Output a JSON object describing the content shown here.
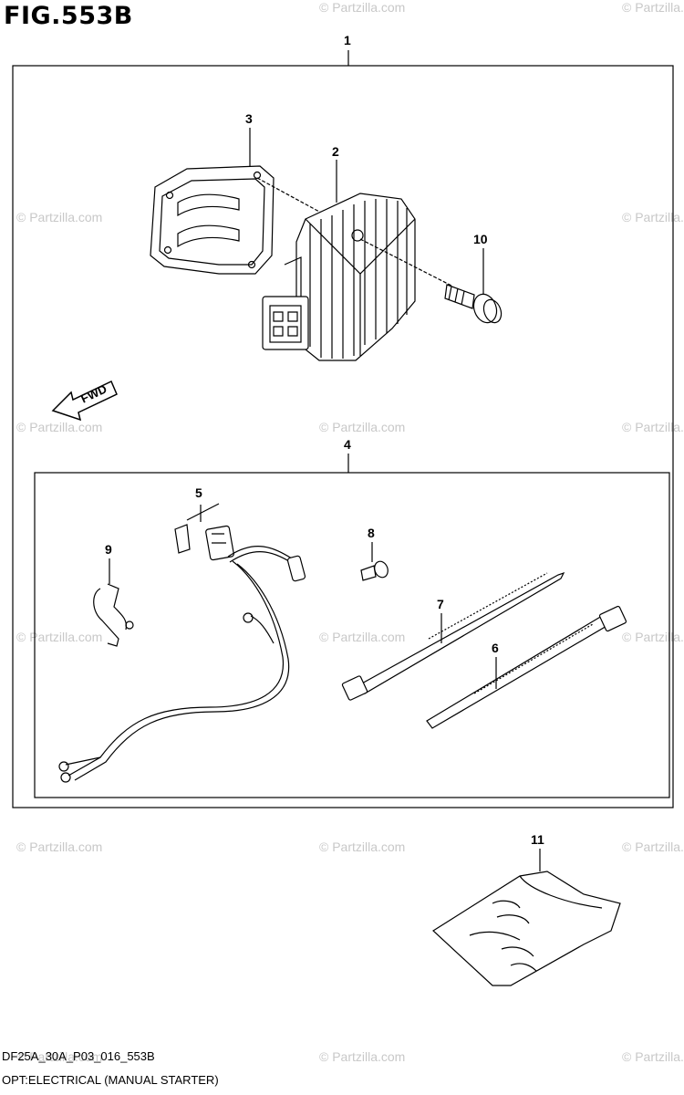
{
  "figure": {
    "title": "FIG.553B",
    "code": "DF25A_30A_P03_016_553B",
    "description": "OPT:ELECTRICAL (MANUAL STARTER)"
  },
  "watermark": "© Partzilla.com",
  "callouts": [
    "1",
    "2",
    "3",
    "4",
    "5",
    "6",
    "7",
    "8",
    "9",
    "10",
    "11"
  ],
  "fwd_label": "FWD"
}
